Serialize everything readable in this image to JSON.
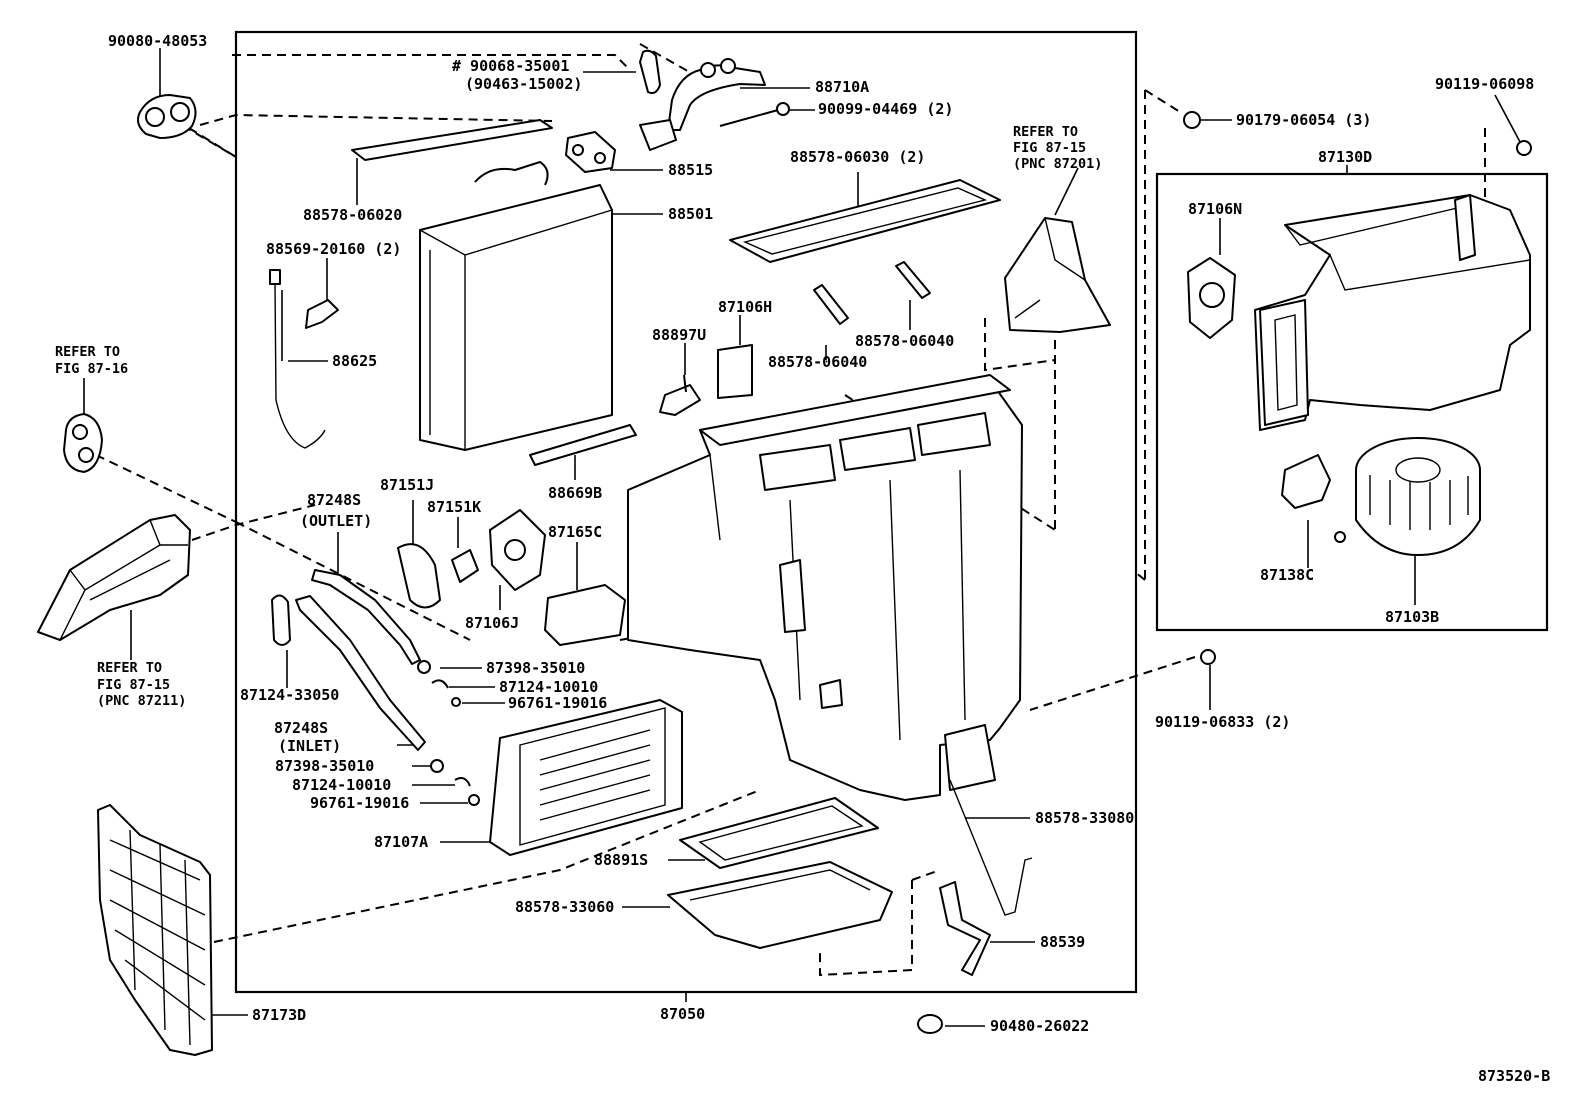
{
  "diagram": {
    "figure_id": "873520-B",
    "main_assembly_part": "87050",
    "blower_assembly_part": "87130D",
    "parts": [
      {
        "id": "p-90080-48053",
        "label": "90080-48053"
      },
      {
        "id": "p-90068-35001",
        "label": "# 90068-35001"
      },
      {
        "id": "p-90463-15002",
        "label": "(90463-15002)"
      },
      {
        "id": "p-88710a",
        "label": "88710A"
      },
      {
        "id": "p-90099-04469",
        "label": "90099-04469 (2)"
      },
      {
        "id": "p-88515",
        "label": "88515"
      },
      {
        "id": "p-88501",
        "label": "88501"
      },
      {
        "id": "p-88578-06020",
        "label": "88578-06020"
      },
      {
        "id": "p-88578-06030",
        "label": "88578-06030 (2)"
      },
      {
        "id": "p-88569-20160",
        "label": "88569-20160 (2)"
      },
      {
        "id": "p-88625",
        "label": "88625"
      },
      {
        "id": "p-87106h",
        "label": "87106H"
      },
      {
        "id": "p-88897u",
        "label": "88897U"
      },
      {
        "id": "p-88578-06040-a",
        "label": "88578-06040"
      },
      {
        "id": "p-88578-06040-b",
        "label": "88578-06040"
      },
      {
        "id": "p-88669b",
        "label": "88669B"
      },
      {
        "id": "p-87151j",
        "label": "87151J"
      },
      {
        "id": "p-87151k",
        "label": "87151K"
      },
      {
        "id": "p-87248s-out",
        "label": "87248S"
      },
      {
        "id": "p-87248s-out-note",
        "label": "(OUTLET)"
      },
      {
        "id": "p-87165c",
        "label": "87165C"
      },
      {
        "id": "p-87106j",
        "label": "87106J"
      },
      {
        "id": "p-87398-35010-a",
        "label": "87398-35010"
      },
      {
        "id": "p-87124-10010-a",
        "label": "87124-10010"
      },
      {
        "id": "p-96761-19016-a",
        "label": "96761-19016"
      },
      {
        "id": "p-87124-33050",
        "label": "87124-33050"
      },
      {
        "id": "p-87248s-in",
        "label": "87248S"
      },
      {
        "id": "p-87248s-in-note",
        "label": "(INLET)"
      },
      {
        "id": "p-87398-35010-b",
        "label": "87398-35010"
      },
      {
        "id": "p-87124-10010-b",
        "label": "87124-10010"
      },
      {
        "id": "p-96761-19016-b",
        "label": "96761-19016"
      },
      {
        "id": "p-87107a",
        "label": "87107A"
      },
      {
        "id": "p-88891s",
        "label": "88891S"
      },
      {
        "id": "p-88578-33060",
        "label": "88578-33060"
      },
      {
        "id": "p-88578-33080",
        "label": "88578-33080"
      },
      {
        "id": "p-88539",
        "label": "88539"
      },
      {
        "id": "p-90480-26022",
        "label": "90480-26022"
      },
      {
        "id": "p-87173d",
        "label": "87173D"
      },
      {
        "id": "p-90179-06054",
        "label": "90179-06054 (3)"
      },
      {
        "id": "p-90119-06098",
        "label": "90119-06098"
      },
      {
        "id": "p-87106n",
        "label": "87106N"
      },
      {
        "id": "p-87138c",
        "label": "87138C"
      },
      {
        "id": "p-87103b",
        "label": "87103B"
      },
      {
        "id": "p-90119-06833",
        "label": "90119-06833 (2)"
      }
    ],
    "references": [
      {
        "id": "ref-fig-87-16",
        "lines": [
          "REFER TO",
          "FIG 87-16"
        ]
      },
      {
        "id": "ref-fig-87-15-left",
        "lines": [
          "REFER TO",
          "FIG 87-15",
          "(PNC 87211)"
        ]
      },
      {
        "id": "ref-fig-87-15-right",
        "lines": [
          "REFER TO",
          "FIG 87-15",
          "(PNC 87201)"
        ]
      }
    ]
  }
}
